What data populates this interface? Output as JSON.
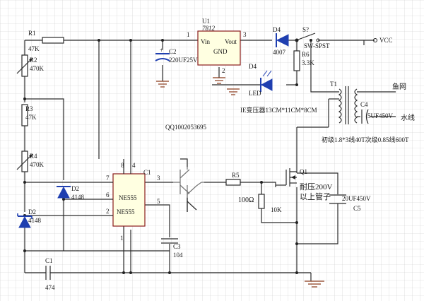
{
  "power": {
    "vcc_label": "VCC"
  },
  "regulator": {
    "ref": "U1",
    "part": "7812",
    "pin_vin": "Vin",
    "pin_gnd": "GND",
    "pin_vout": "Vout",
    "pin1": "1",
    "pin2": "2",
    "pin3": "3"
  },
  "c2": {
    "ref": "C2",
    "value": "220UF25V",
    "polarity": "+"
  },
  "d4a": {
    "ref": "D4",
    "value": "4007"
  },
  "d4b": {
    "ref": "D4",
    "value": "LED"
  },
  "switch": {
    "ref": "S?",
    "value": "SW-SPST"
  },
  "r6": {
    "ref": "R6",
    "value": "3.3K"
  },
  "transformer": {
    "ref": "T1",
    "spec": "IE变压器13CM*11CM*8CM",
    "out1": "鱼网",
    "out2": "水线",
    "winding": "初级1.8*3线40T次级0.85线600T"
  },
  "c4": {
    "ref": "C4",
    "value": "5UF450V"
  },
  "qq": "QQ1002053695",
  "r1": {
    "ref": "R1",
    "value": "47K"
  },
  "r2": {
    "ref": "R2",
    "value": "470K"
  },
  "r3": {
    "ref": "R3",
    "value": "47K"
  },
  "r4": {
    "ref": "R4",
    "value": "470K"
  },
  "d2a": {
    "ref": "D2",
    "value": "4148"
  },
  "d2b": {
    "ref": "D2",
    "value": "4148"
  },
  "ic": {
    "ref": "C1",
    "part1": "NE555",
    "part2": "NE555",
    "pins": [
      "7",
      "6",
      "2",
      "8",
      "4",
      "3",
      "5",
      "1"
    ]
  },
  "c3": {
    "ref": "C3",
    "value": "104"
  },
  "c1": {
    "ref": "C1",
    "value": "474"
  },
  "r5": {
    "ref": "R5",
    "value": "100Ω"
  },
  "r10k": {
    "value": "10K"
  },
  "q1": {
    "ref": "Q1",
    "note_line1": "耐压200V",
    "note_line2": "以上管子"
  },
  "c5": {
    "value": "20UF450V",
    "ref": "C5"
  }
}
